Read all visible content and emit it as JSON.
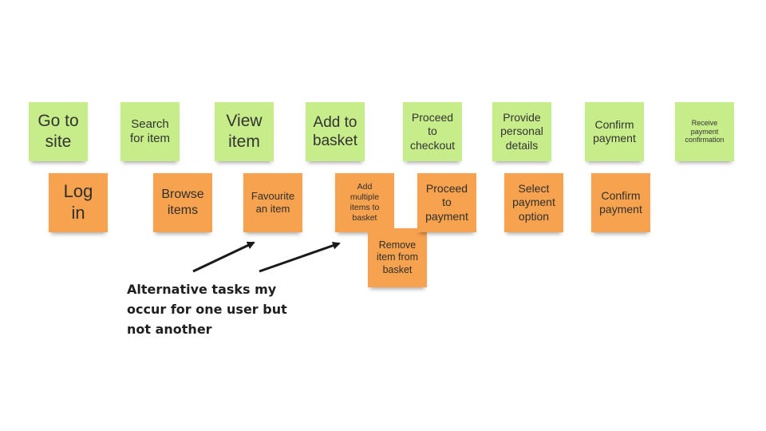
{
  "green_row": [
    {
      "id": "go-to-site",
      "text": "Go to\nsite"
    },
    {
      "id": "search-for-item",
      "text": "Search\nfor item"
    },
    {
      "id": "view-item",
      "text": "View\nitem"
    },
    {
      "id": "add-to-basket",
      "text": "Add to\nbasket"
    },
    {
      "id": "proceed-to-checkout",
      "text": "Proceed\nto\ncheckout"
    },
    {
      "id": "provide-personal-details",
      "text": "Provide\npersonal\ndetails"
    },
    {
      "id": "confirm-payment",
      "text": "Confirm\npayment"
    },
    {
      "id": "receive-payment-confirmation",
      "text": "Receive\npayment\nconfirmation"
    }
  ],
  "orange_row": [
    {
      "id": "log-in",
      "text": "Log\nin"
    },
    {
      "id": "browse-items",
      "text": "Browse\nitems"
    },
    {
      "id": "favourite-an-item",
      "text": "Favourite\nan item"
    },
    {
      "id": "add-multiple-items",
      "text": "Add\nmultiple\nitems to\nbasket"
    },
    {
      "id": "remove-item",
      "text": "Remove\nitem from\nbasket"
    },
    {
      "id": "proceed-to-payment",
      "text": "Proceed\nto\npayment"
    },
    {
      "id": "select-payment-option",
      "text": "Select\npayment\noption"
    },
    {
      "id": "confirm-payment-alt",
      "text": "Confirm\npayment"
    }
  ],
  "annotation": {
    "text": "Alternative tasks my occur for one user but not another"
  },
  "colors": {
    "green_note": "#c7ec8a",
    "orange_note": "#f7a24f",
    "arrow": "#1a1a1a"
  }
}
